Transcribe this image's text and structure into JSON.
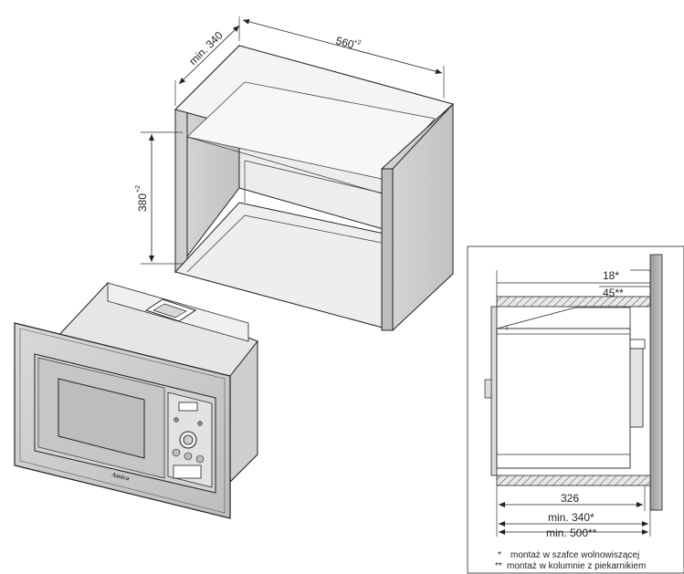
{
  "cabinet": {
    "dim_width": "560",
    "dim_width_sup": "+2",
    "dim_height": "380",
    "dim_height_sup": "+2",
    "dim_depth": "min. 340"
  },
  "microwave": {
    "brand": "Amica"
  },
  "side_view": {
    "top_18": "18*",
    "top_45": "45**",
    "depth_326": "326",
    "min_340": "min. 340*",
    "min_500": "min. 500**"
  },
  "notes": [
    {
      "mark": "*",
      "text": "montaż w szafce wolnowiszącej"
    },
    {
      "mark": "**",
      "text": "montaż w kolumnie z piekarnikiem"
    }
  ]
}
